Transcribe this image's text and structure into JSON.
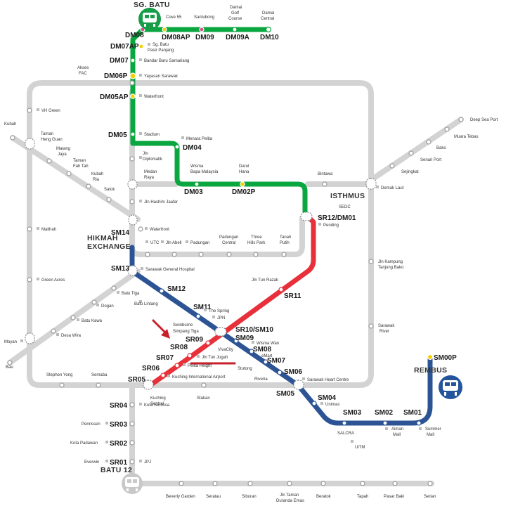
{
  "colors": {
    "grey_line": "#d3d3d3",
    "green_line": "#0aa63f",
    "red_line": "#e8303a",
    "blue_line": "#2c5494",
    "depot_green": "#179d47",
    "depot_blue": "#24549b",
    "depot_grey": "#c8c8c8",
    "marker_red": "#c8202b",
    "yellow_dot": "#f4d000",
    "pink_dot": "#e0488f"
  },
  "hubs": {
    "sg_batu": "SG. BATU",
    "hikmah_1": "HIKMAH",
    "hikmah_2": "EXCHANGE",
    "isthmus": "ISTHMUS",
    "rembus": "REMBUS",
    "batu12": "BATU 12"
  },
  "codes": {
    "dm08": "DM08",
    "dm08ap": "DM08AP",
    "dm09": "DM09",
    "dm09a": "DM09A",
    "dm10": "DM10",
    "dm07ap": "DM07AP",
    "dm07": "DM07",
    "dm06p": "DM06P",
    "dm05ap": "DM05AP",
    "dm05": "DM05",
    "dm04": "DM04",
    "dm03": "DM03",
    "dm02p": "DM02P",
    "sr12dm01": "SR12/DM01",
    "sm14": "SM14",
    "sm13": "SM13",
    "sm12": "SM12",
    "sm11": "SM11",
    "sr11": "SR11",
    "sr10sm10": "SR10/SM10",
    "sm09": "SM09",
    "sr09": "SR09",
    "sm08": "SM08",
    "sr08": "SR08",
    "sm07": "SM07",
    "sr07": "SR07",
    "sr06": "SR06",
    "sm06": "SM06",
    "sr05": "SR05",
    "sm05": "SM05",
    "sm04": "SM04",
    "sm03": "SM03",
    "sm02": "SM02",
    "sm01": "SM01",
    "sm00p": "SM00P",
    "sr04": "SR04",
    "sr03": "SR03",
    "sr02": "SR02",
    "sr01": "SR01"
  },
  "names": {
    "cove55": "Cove 55",
    "santubong": "Santubong",
    "damai_golf_1": "Damai",
    "damai_golf_2": "Golf",
    "damai_golf_3": "Course",
    "damai_central_1": "Damai",
    "damai_central_2": "Central",
    "sg_batu_pp_1": "Sg. Batu",
    "sg_batu_pp_2": "Pasir Panjang",
    "bandar_baru_samariang": "Bandar Baru Samariang",
    "akses_fac_1": "Akses",
    "akses_fac_2": "FAC",
    "yayasan_sarawak": "Yayasan Sarawak",
    "waterfront_dm": "Waterfront",
    "vh_green": "VH Green",
    "kubah": "Kubah",
    "taman_heng_guan_1": "Taman",
    "taman_heng_guan_2": "Heng Guan",
    "matang_jaya_1": "Matang",
    "matang_jaya_2": "Jaya",
    "taman_fah_tah_1": "Taman",
    "taman_fah_tah_2": "Fah Tah",
    "kubah_ria_1": "Kubah",
    "kubah_ria_2": "Ria",
    "satok": "Satok",
    "stadium": "Stadium",
    "menara_pelita": "Menara Pelita",
    "jln_diplomatik_1": "Jln",
    "jln_diplomatik_2": "Diplomatik",
    "medan_raya_1": "Medan",
    "medan_raya_2": "Raya",
    "wisma_bapa_1": "Wisma",
    "wisma_bapa_2": "Bapa Malaysia",
    "darul_hana_1": "Darul",
    "darul_hana_2": "Hana",
    "bintawa": "Bintawa",
    "deep_sea_port": "Deep Sea Port",
    "muara_tebas": "Muara Tebas",
    "bako": "Bako",
    "senari_port": "Senari Port",
    "sejingkat": "Sejingkat",
    "demak_laut": "Demak Laut",
    "sedc": "SEDC",
    "pending": "Pending",
    "jln_hashim_jaafar": "Jln Hashim Jaafar",
    "malihah": "Malihah",
    "waterfront_sm": "Waterfront",
    "utc": "UTC",
    "jln_abell": "Jln Abell",
    "padungan": "Padungan",
    "padungan_central_1": "Padungan",
    "padungan_central_2": "Central",
    "three_hills_1": "Three",
    "three_hills_2": "Hills Park",
    "tanah_putih_1": "Tanah",
    "tanah_putih_2": "Putih",
    "jln_kampung_1": "Jln Kampung",
    "jln_kampung_2": "Tanjung Bako",
    "sarawak_general_hospital": "Sarawak General Hospital",
    "green_acres": "Green Acres",
    "batu_tiga": "Batu Tiga",
    "batu_lintang": "Batu Lintang",
    "jln_tun_razak": "Jln Tun Razak",
    "dogan": "Dogan",
    "the_spring": "The Spring",
    "jpn": "JPN",
    "batu_kawa": "Batu Kawa",
    "swinburne": "Swinburne",
    "simpang_tiga": "Simpang Tiga",
    "sarawak_river_1": "Sarawak",
    "sarawak_river_2": "River",
    "wisma_wan": "Wisma Wan",
    "moyan": "Moyan",
    "desa_wira": "Desa Wira",
    "vivacity": "VivaCity",
    "emart": "eMart",
    "jln_tun_jugah": "Jln Tun Jugah",
    "bau": "Bau",
    "pelita_height": "Pelita Height",
    "stutong": "Stutong",
    "stephen_yong": "Stephen Yong",
    "semaba": "Semaba",
    "kuching_intl": "Kuching International Airport",
    "riveria": "Riveria",
    "sarawak_heart_centre": "Sarawak Heart Centre",
    "kuching_sentral_1": "Kuching",
    "kuching_sentral_2": "Sentral",
    "kota_sentosa": "Kota Sentosa",
    "stakan": "Stakan",
    "unimas": "Unimas",
    "penrissen": "Penrissen",
    "salcra": "SALCRA",
    "uitm": "UiTM",
    "aiman_mall_1": "Aiman",
    "aiman_mall_2": "Mall",
    "summer_mall_1": "Summer",
    "summer_mall_2": "Mall",
    "kota_padawan": "Kota Padawan",
    "everwin": "Everwin",
    "jpj": "JPJ",
    "beverly_garden": "Beverly Garden",
    "seratau": "Seratau",
    "siburan": "Siburan",
    "jln_taman_1": "Jln Taman",
    "jln_taman_2": "Duranda Emas",
    "beratok": "Beratok",
    "tapah": "Tapah",
    "pasar_baki": "Pasar Baki",
    "serian": "Serian"
  }
}
